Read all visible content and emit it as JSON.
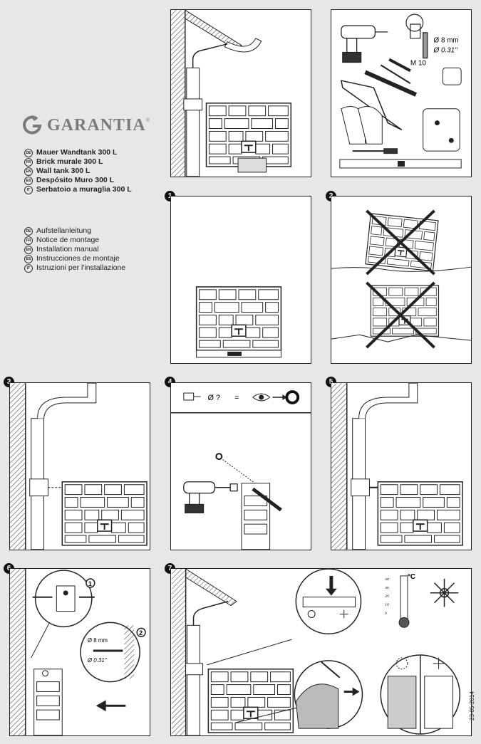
{
  "brand": {
    "name": "GARANTIA",
    "mark": "®"
  },
  "products": [
    {
      "code": "DE",
      "text": "Mauer Wandtank 300 L"
    },
    {
      "code": "FR",
      "text": "Brick murale 300 L"
    },
    {
      "code": "EN",
      "text": "Wall tank 300 L"
    },
    {
      "code": "ES",
      "text": "Despósito Muro 300 L"
    },
    {
      "code": "IT",
      "text": "Serbatoio a muraglia 300 L"
    }
  ],
  "instructions": [
    {
      "code": "DE",
      "text": "Aufstellanleitung"
    },
    {
      "code": "FR",
      "text": "Notice de montage"
    },
    {
      "code": "EN",
      "text": "Installation manual"
    },
    {
      "code": "ES",
      "text": "Instrucciones de montaje"
    },
    {
      "code": "IT",
      "text": "Istruzioni per l'installazione"
    }
  ],
  "steps": [
    "1",
    "2",
    "3",
    "4",
    "5",
    "6",
    "7"
  ],
  "tools": {
    "drill_mm": "Ø 8 mm",
    "drill_in": "Ø 0.31\"",
    "bolt": "M 10"
  },
  "step4": {
    "question": "Ø ?",
    "equals": "="
  },
  "step6": {
    "sub1": "1",
    "sub2": "2",
    "drill_mm": "Ø 8 mm",
    "drill_in": "Ø 0.31\""
  },
  "step7": {
    "unit": "°C",
    "ticks": [
      "40",
      "30",
      "20",
      "10",
      "0"
    ]
  },
  "date": "23-05-2014"
}
